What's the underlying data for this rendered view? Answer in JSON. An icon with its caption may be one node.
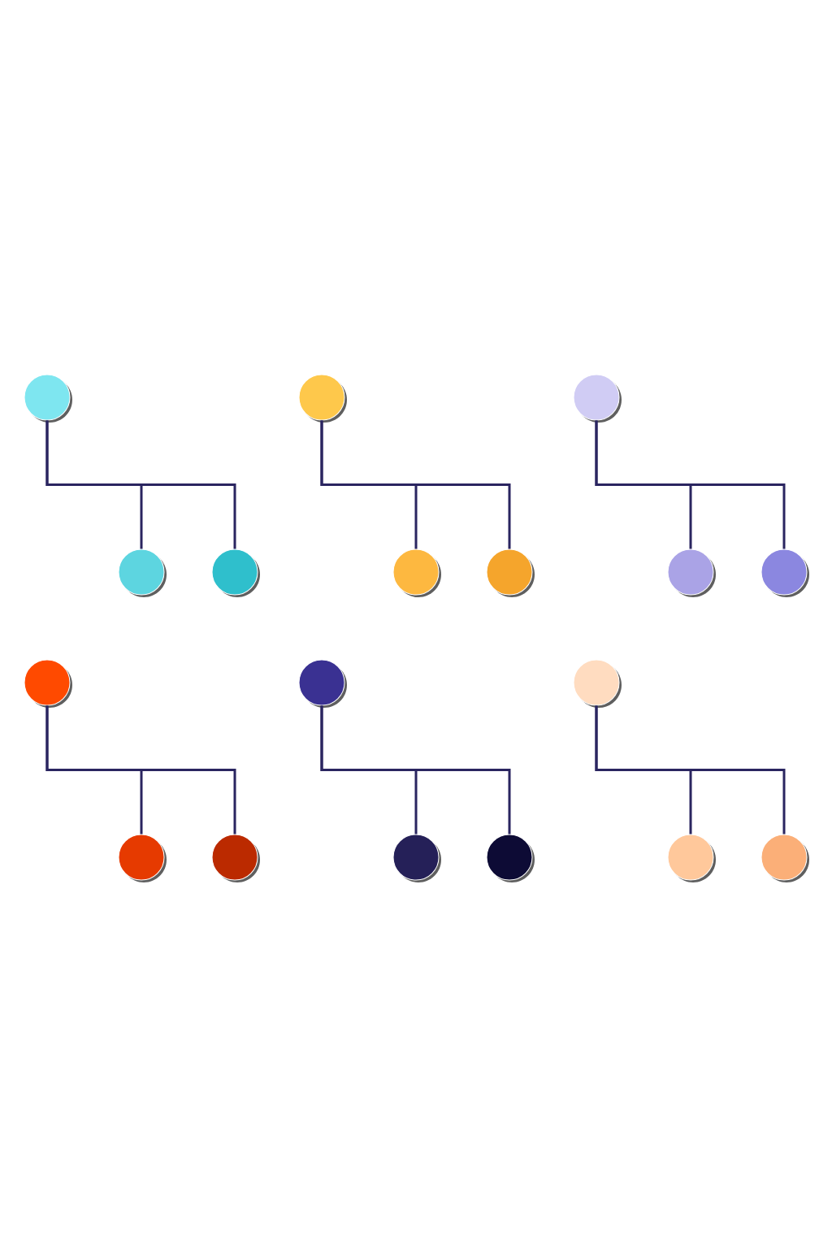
{
  "diagram": {
    "nodes": [
      {
        "text": [],
        "shape": "circle"
      },
      {
        "text": [],
        "shape": "circle"
      },
      {
        "text": [],
        "shape": "circle"
      },
      {
        "text": [],
        "shape": "circle"
      },
      {
        "text": [],
        "shape": "circle"
      },
      {
        "text": [],
        "shape": "circle"
      },
      {
        "text": [],
        "shape": "circle"
      },
      {
        "text": [],
        "shape": "circle"
      },
      {
        "text": [],
        "shape": "circle"
      },
      {
        "text": [],
        "shape": "circle"
      },
      {
        "text": [],
        "shape": "circle"
      },
      {
        "text": [],
        "shape": "circle"
      },
      {
        "text": [],
        "shape": "circle"
      },
      {
        "text": [],
        "shape": "circle"
      },
      {
        "text": [],
        "shape": "circle"
      },
      {
        "text": [],
        "shape": "circle"
      },
      {
        "text": [],
        "shape": "circle"
      },
      {
        "text": [],
        "shape": "circle"
      }
    ],
    "edges": [
      {
        "from": 0,
        "to": 3,
        "arrow": "none"
      },
      {
        "from": 0,
        "to": 4,
        "arrow": "none"
      },
      {
        "from": 1,
        "to": 5,
        "arrow": "none"
      },
      {
        "from": 1,
        "to": 6,
        "arrow": "none"
      },
      {
        "from": 2,
        "to": 7,
        "arrow": "none"
      },
      {
        "from": 2,
        "to": 8,
        "arrow": "none"
      },
      {
        "from": 9,
        "to": 12,
        "arrow": "none"
      },
      {
        "from": 9,
        "to": 13,
        "arrow": "none"
      },
      {
        "from": 10,
        "to": 14,
        "arrow": "none"
      },
      {
        "from": 10,
        "to": 15,
        "arrow": "none"
      },
      {
        "from": 11,
        "to": 16,
        "arrow": "none"
      },
      {
        "from": 11,
        "to": 17,
        "arrow": "none"
      }
    ]
  }
}
